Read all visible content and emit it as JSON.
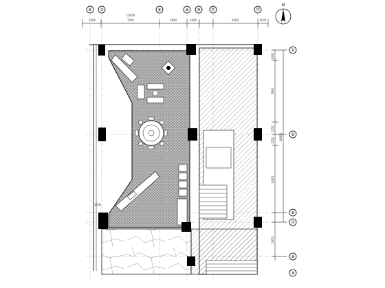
{
  "drawing": {
    "top_axis_labels": [
      "⑥",
      "⑦",
      "⑧",
      "⑨",
      "⑩",
      "⑪",
      "⑫"
    ],
    "top_dimensions": [
      "1500",
      "7050",
      "10400",
      "2800",
      "1000",
      "2850",
      "1100"
    ],
    "right_axis_labels": [
      "①",
      "⑤",
      "⑥",
      "⑦",
      "⑧",
      "⑨"
    ],
    "right_dimensions": [
      "1000",
      "7800",
      "1350",
      "1150",
      "8400",
      "2950"
    ],
    "right_total_dimension": "18950",
    "small_note": "1000",
    "north_arrow_label": "N"
  }
}
